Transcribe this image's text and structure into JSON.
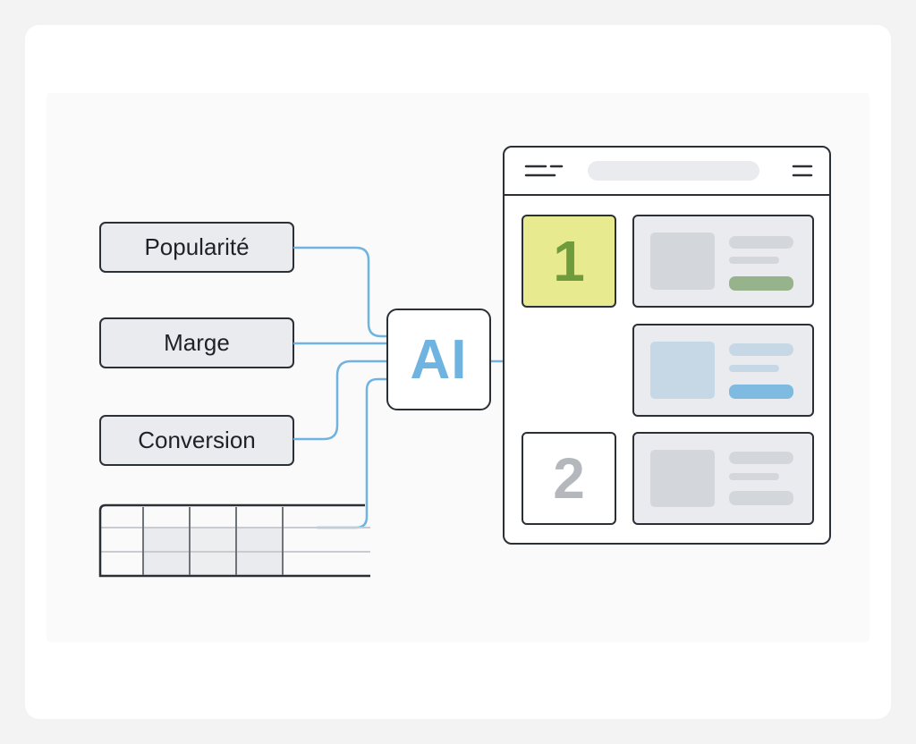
{
  "inputs": {
    "popularity": "Popularité",
    "margin": "Marge",
    "conversion": "Conversion"
  },
  "ai_label": "AI",
  "ranks": {
    "first": "1",
    "second": "2"
  },
  "colors": {
    "connector": "#6fb3e0",
    "outline": "#2b2f36",
    "rank_1_bg": "#e8ea8f",
    "rank_1_text": "#6e9c3d",
    "rank_2_text": "#b4b7bc",
    "cta_green": "#97b38c",
    "cta_blue": "#7fbbe0"
  },
  "icons": [
    "menu-lines-icon",
    "hamburger-icon",
    "up-down-arrow-icon"
  ]
}
